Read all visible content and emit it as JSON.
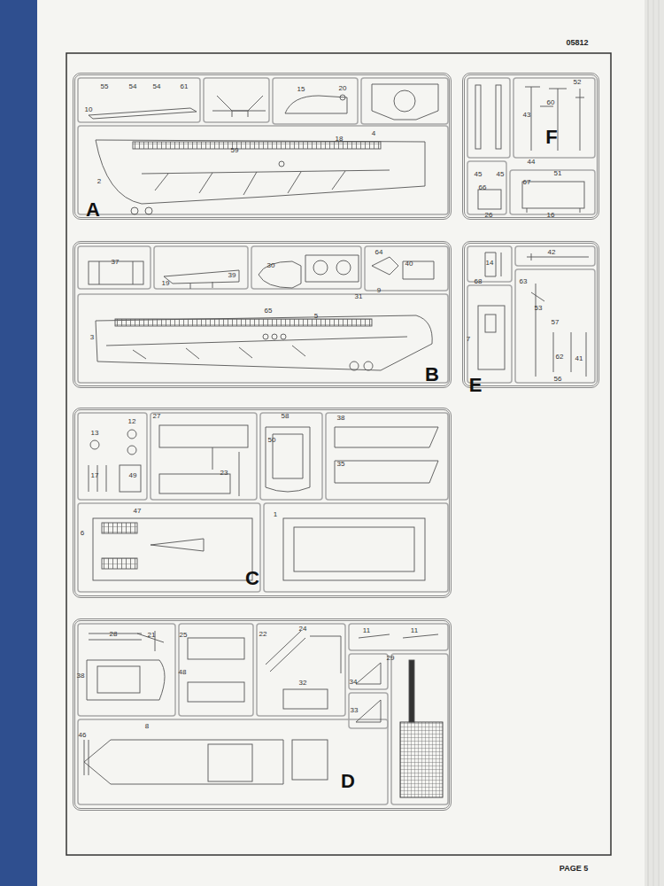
{
  "diagram": {
    "nodes": [
      {
        "text": [
          "A"
        ]
      },
      {
        "text": [
          "F"
        ]
      },
      {
        "text": [
          "B"
        ]
      },
      {
        "text": [
          "E"
        ]
      },
      {
        "text": [
          "C"
        ]
      },
      {
        "text": [
          "D"
        ]
      }
    ],
    "labels": [
      "05812",
      "55",
      "54",
      "54",
      "61",
      "10",
      "59",
      "15",
      "20",
      "18",
      "4",
      "2",
      "45",
      "45",
      "43",
      "60",
      "52",
      "44",
      "66",
      "67",
      "51",
      "26",
      "16",
      "37",
      "19",
      "39",
      "30",
      "65",
      "5",
      "31",
      "64",
      "40",
      "9",
      "3",
      "14",
      "42",
      "68",
      "63",
      "7",
      "53",
      "57",
      "62",
      "41",
      "56",
      "13",
      "12",
      "27",
      "58",
      "38",
      "17",
      "49",
      "23",
      "50",
      "47",
      "35",
      "6",
      "1",
      "28",
      "21",
      "25",
      "22",
      "24",
      "11",
      "11",
      "29",
      "38",
      "48",
      "32",
      "34",
      "33",
      "46",
      "8",
      "PAGE 5"
    ]
  }
}
